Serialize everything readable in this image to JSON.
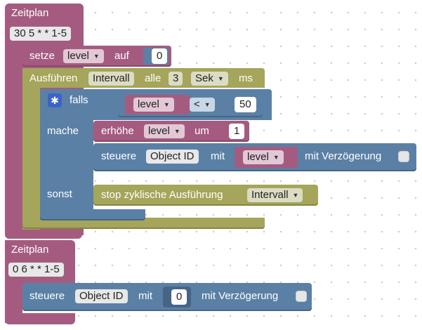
{
  "schedule1": {
    "title": "Zeitplan",
    "cron": "30 5 * * 1-5"
  },
  "set_block": {
    "label": "setze",
    "variable": "level",
    "to": "auf",
    "value": "0"
  },
  "interval_block": {
    "label": "Ausführen",
    "name": "Intervall",
    "every": "alle",
    "value": "3",
    "unit": "Sek",
    "ms": "ms"
  },
  "if_block": {
    "if_label": "falls",
    "do_label": "mache",
    "else_label": "sonst",
    "compare_var": "level",
    "operator": "<",
    "compare_value": "50"
  },
  "increment_block": {
    "label": "erhöhe",
    "variable": "level",
    "by": "um",
    "value": "1"
  },
  "control_block1": {
    "label": "steuere",
    "object": "Object ID",
    "with": "mit",
    "value_var": "level",
    "delay_label": "mit Verzögerung"
  },
  "stop_block": {
    "label": "stop zyklische Ausführung",
    "name": "Intervall"
  },
  "schedule2": {
    "title": "Zeitplan",
    "cron": "0 6 * * 1-5"
  },
  "control_block2": {
    "label": "steuere",
    "object": "Object ID",
    "with": "mit",
    "value": "0",
    "delay_label": "mit Verzögerung"
  }
}
